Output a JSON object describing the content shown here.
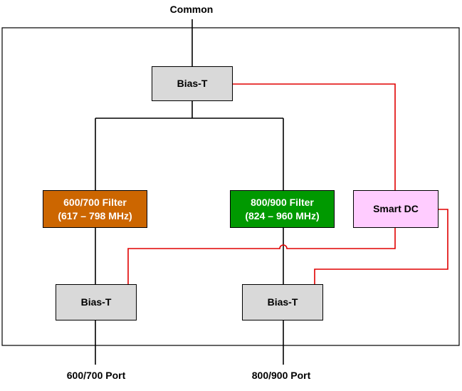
{
  "labels": {
    "common": "Common",
    "port_600": "600/700 Port",
    "port_800": "800/900 Port"
  },
  "blocks": {
    "bias_t_top": "Bias-T",
    "filter_600": {
      "name": "600/700 Filter",
      "range": "(617 – 798 MHz)"
    },
    "filter_800": {
      "name": "800/900 Filter",
      "range": "(824 – 960 MHz)"
    },
    "smart_dc": "Smart DC",
    "bias_t_left": "Bias-T",
    "bias_t_right": "Bias-T"
  },
  "colors": {
    "filter_600": "#cc6600",
    "filter_800": "#009900",
    "smart_dc": "#ffccff",
    "bias_t": "#d9d9d9",
    "dc_line": "#e00000"
  }
}
